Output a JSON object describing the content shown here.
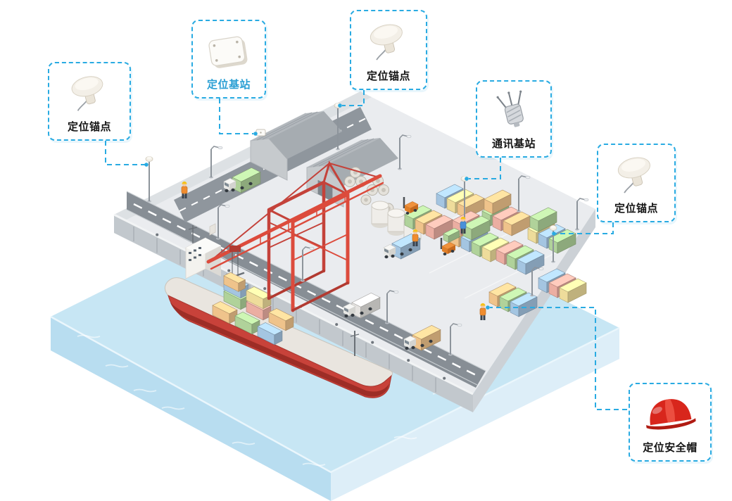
{
  "diagram": {
    "accent_color": "#29abe2",
    "callouts": [
      {
        "label": "定位锚点",
        "icon": "anchor-antenna-icon"
      },
      {
        "label": "定位基站",
        "icon": "locator-base-box-icon"
      },
      {
        "label": "定位锚点",
        "icon": "anchor-antenna-icon"
      },
      {
        "label": "通讯基站",
        "icon": "comm-base-station-icon"
      },
      {
        "label": "定位锚点",
        "icon": "anchor-antenna-icon"
      },
      {
        "label": "定位安全帽",
        "icon": "safety-helmet-icon"
      }
    ],
    "scene": {
      "name": "isometric-port",
      "elements": [
        "water",
        "quay",
        "cargo-ship",
        "gantry-crane",
        "warehouses",
        "container-yard",
        "trucks",
        "forklifts",
        "workers",
        "light-poles",
        "storage-tanks",
        "pipe-stacks"
      ],
      "colors": {
        "water_top": "#c7e6f4",
        "water_side": "#d8ecf7",
        "ground": "#eaecef",
        "road": "#878e95",
        "crane": "#dc4b3c",
        "ship_hull": "#c8423a",
        "warehouse_roof": "#b3b8bd",
        "helmet": "#d8261c",
        "container_palette": [
          "#b5d99f",
          "#f6c98f",
          "#f2b3a7",
          "#a9cbe8",
          "#f5e3a0"
        ]
      }
    }
  }
}
